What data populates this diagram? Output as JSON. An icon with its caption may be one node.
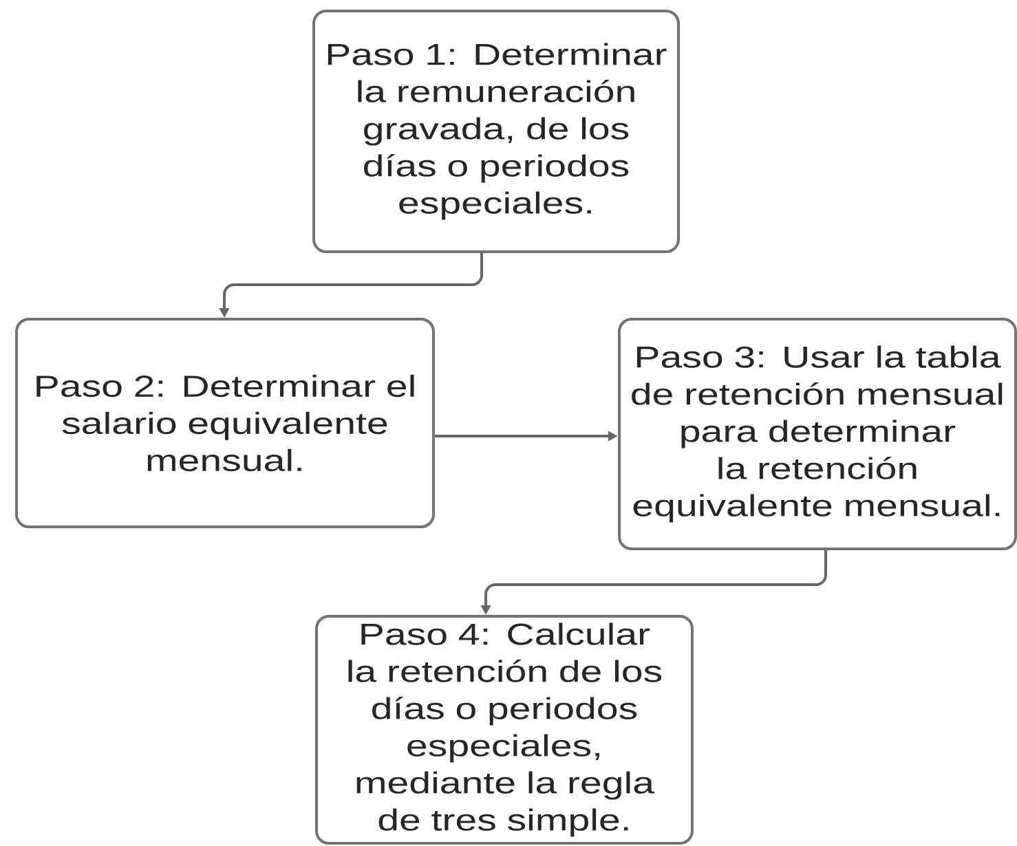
{
  "diagram": {
    "nodes": [
      {
        "text": [
          "Paso 1: Determinar la remuneración gravada, de los días o periodos especiales."
        ]
      },
      {
        "text": [
          "Paso 2: Determinar el salario equivalente mensual."
        ]
      },
      {
        "text": [
          "Paso 3: Usar la tabla de retención mensual para determinar la retención equivalente mensual."
        ]
      },
      {
        "text": [
          "Paso 4: Calcular la retención de los días o periodos especiales, mediante la regla de tres simple."
        ]
      }
    ],
    "edges": [
      {
        "from": 0,
        "to": 1,
        "arrow": "to"
      },
      {
        "from": 1,
        "to": 2,
        "arrow": "to"
      },
      {
        "from": 2,
        "to": 3,
        "arrow": "to"
      }
    ]
  }
}
